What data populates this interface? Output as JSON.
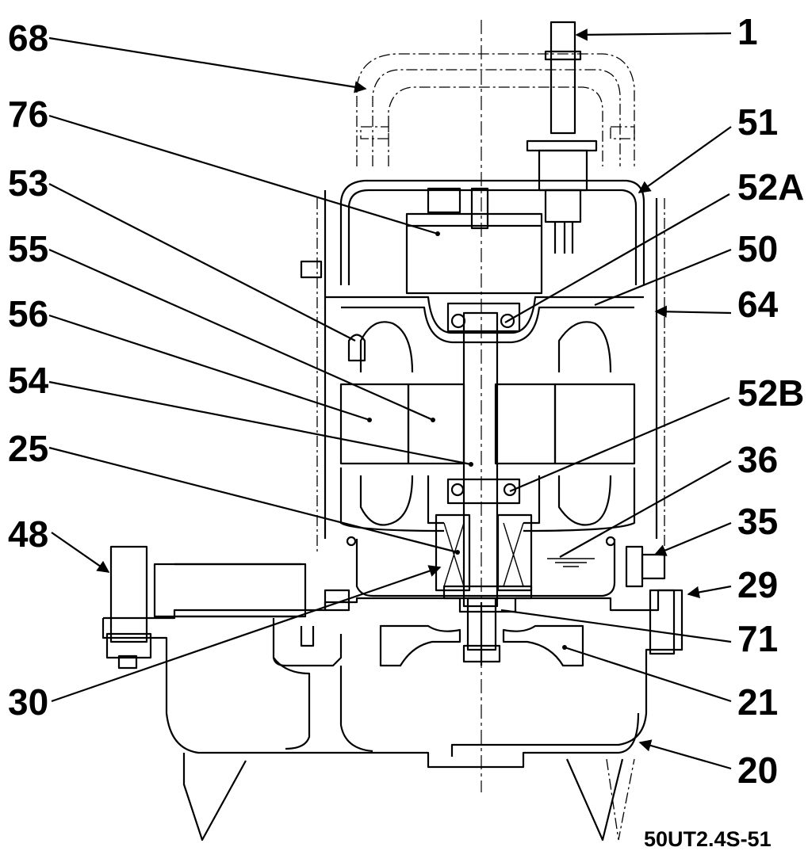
{
  "drawing_code": "50UT2.4S-51",
  "callouts": [
    {
      "label": "68"
    },
    {
      "label": "1"
    },
    {
      "label": "76"
    },
    {
      "label": "51"
    },
    {
      "label": "53"
    },
    {
      "label": "52A"
    },
    {
      "label": "55"
    },
    {
      "label": "50"
    },
    {
      "label": "64"
    },
    {
      "label": "56"
    },
    {
      "label": "54"
    },
    {
      "label": "52B"
    },
    {
      "label": "25"
    },
    {
      "label": "36"
    },
    {
      "label": "48"
    },
    {
      "label": "35"
    },
    {
      "label": "29"
    },
    {
      "label": "71"
    },
    {
      "label": "30"
    },
    {
      "label": "21"
    },
    {
      "label": "20"
    }
  ]
}
